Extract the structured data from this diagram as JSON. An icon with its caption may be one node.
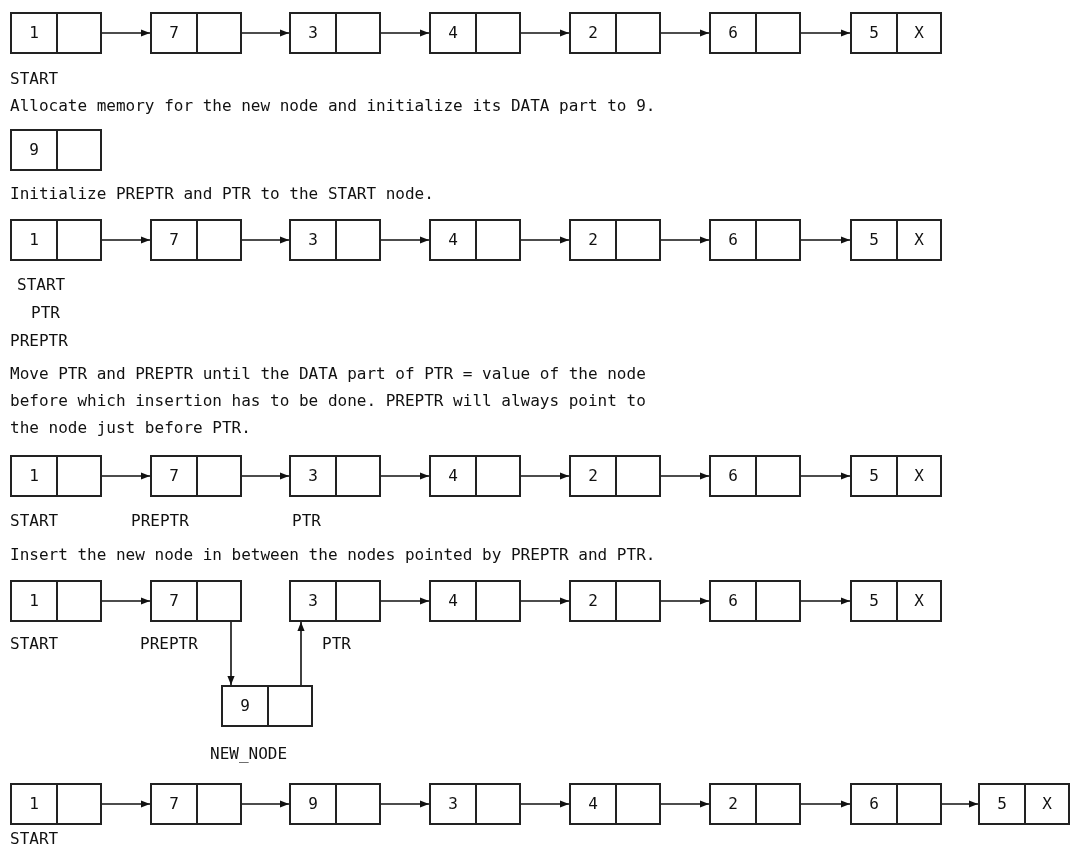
{
  "diagram": {
    "nodes": [
      {
        "text": [
          "1"
        ],
        "beside": [
          "START"
        ]
      },
      {
        "text": [
          "7"
        ]
      },
      {
        "text": [
          "3"
        ]
      },
      {
        "text": [
          "4"
        ]
      },
      {
        "text": [
          "2"
        ]
      },
      {
        "text": [
          "6"
        ]
      },
      {
        "text": [
          "5",
          "X"
        ]
      },
      {
        "text": [
          "9"
        ]
      },
      {
        "text": [
          "1"
        ],
        "beside": [
          "START",
          "PTR",
          "PREPTR"
        ]
      },
      {
        "text": [
          "7"
        ]
      },
      {
        "text": [
          "3"
        ]
      },
      {
        "text": [
          "4"
        ]
      },
      {
        "text": [
          "2"
        ]
      },
      {
        "text": [
          "6"
        ]
      },
      {
        "text": [
          "5",
          "X"
        ]
      },
      {
        "text": [
          "1"
        ],
        "beside": [
          "START"
        ]
      },
      {
        "text": [
          "7"
        ],
        "beside": [
          "PREPTR"
        ]
      },
      {
        "text": [
          "3"
        ],
        "beside": [
          "PTR"
        ]
      },
      {
        "text": [
          "4"
        ]
      },
      {
        "text": [
          "2"
        ]
      },
      {
        "text": [
          "6"
        ]
      },
      {
        "text": [
          "5",
          "X"
        ]
      },
      {
        "text": [
          "1"
        ],
        "beside": [
          "START"
        ]
      },
      {
        "text": [
          "7"
        ],
        "beside": [
          "PREPTR"
        ]
      },
      {
        "text": [
          "3"
        ],
        "beside": [
          "PTR"
        ]
      },
      {
        "text": [
          "4"
        ]
      },
      {
        "text": [
          "2"
        ]
      },
      {
        "text": [
          "6"
        ]
      },
      {
        "text": [
          "5",
          "X"
        ]
      },
      {
        "text": [
          "9"
        ],
        "beside": [
          "NEW_NODE"
        ]
      },
      {
        "text": [
          "1"
        ],
        "beside": [
          "START"
        ]
      },
      {
        "text": [
          "7"
        ]
      },
      {
        "text": [
          "9"
        ]
      },
      {
        "text": [
          "3"
        ]
      },
      {
        "text": [
          "4"
        ]
      },
      {
        "text": [
          "2"
        ]
      },
      {
        "text": [
          "6"
        ]
      },
      {
        "text": [
          "5",
          "X"
        ]
      }
    ],
    "edges": [
      {
        "from": 0,
        "to": 1,
        "arrow": "to"
      },
      {
        "from": 1,
        "to": 2,
        "arrow": "to"
      },
      {
        "from": 2,
        "to": 3,
        "arrow": "to"
      },
      {
        "from": 3,
        "to": 4,
        "arrow": "to"
      },
      {
        "from": 4,
        "to": 5,
        "arrow": "to"
      },
      {
        "from": 5,
        "to": 6,
        "arrow": "to"
      },
      {
        "from": 8,
        "to": 9,
        "arrow": "to"
      },
      {
        "from": 9,
        "to": 10,
        "arrow": "to"
      },
      {
        "from": 10,
        "to": 11,
        "arrow": "to"
      },
      {
        "from": 11,
        "to": 12,
        "arrow": "to"
      },
      {
        "from": 12,
        "to": 13,
        "arrow": "to"
      },
      {
        "from": 13,
        "to": 14,
        "arrow": "to"
      },
      {
        "from": 15,
        "to": 16,
        "arrow": "to"
      },
      {
        "from": 16,
        "to": 17,
        "arrow": "to"
      },
      {
        "from": 17,
        "to": 18,
        "arrow": "to"
      },
      {
        "from": 18,
        "to": 19,
        "arrow": "to"
      },
      {
        "from": 19,
        "to": 20,
        "arrow": "to"
      },
      {
        "from": 20,
        "to": 21,
        "arrow": "to"
      },
      {
        "from": 22,
        "to": 23,
        "arrow": "to"
      },
      {
        "from": 23,
        "to": 29,
        "arrow": "to"
      },
      {
        "from": 29,
        "to": 24,
        "arrow": "to"
      },
      {
        "from": 24,
        "to": 25,
        "arrow": "to"
      },
      {
        "from": 25,
        "to": 26,
        "arrow": "to"
      },
      {
        "from": 26,
        "to": 27,
        "arrow": "to"
      },
      {
        "from": 27,
        "to": 28,
        "arrow": "to"
      },
      {
        "from": 30,
        "to": 31,
        "arrow": "to"
      },
      {
        "from": 31,
        "to": 32,
        "arrow": "to"
      },
      {
        "from": 32,
        "to": 33,
        "arrow": "to"
      },
      {
        "from": 33,
        "to": 34,
        "arrow": "to"
      },
      {
        "from": 34,
        "to": 35,
        "arrow": "to"
      },
      {
        "from": 35,
        "to": 36,
        "arrow": "to"
      },
      {
        "from": 36,
        "to": 37,
        "arrow": "to"
      }
    ],
    "labels": [
      "Allocate memory for the new node and initialize its DATA part to 9.",
      "Initialize PREPTR and PTR to the START node.",
      "Move PTR and PREPTR until the DATA part of PTR = value of the node before which insertion has to be done. PREPTR will always point to the node just before PTR.",
      "Insert the new node in between the nodes pointed by PREPTR and PTR."
    ]
  }
}
